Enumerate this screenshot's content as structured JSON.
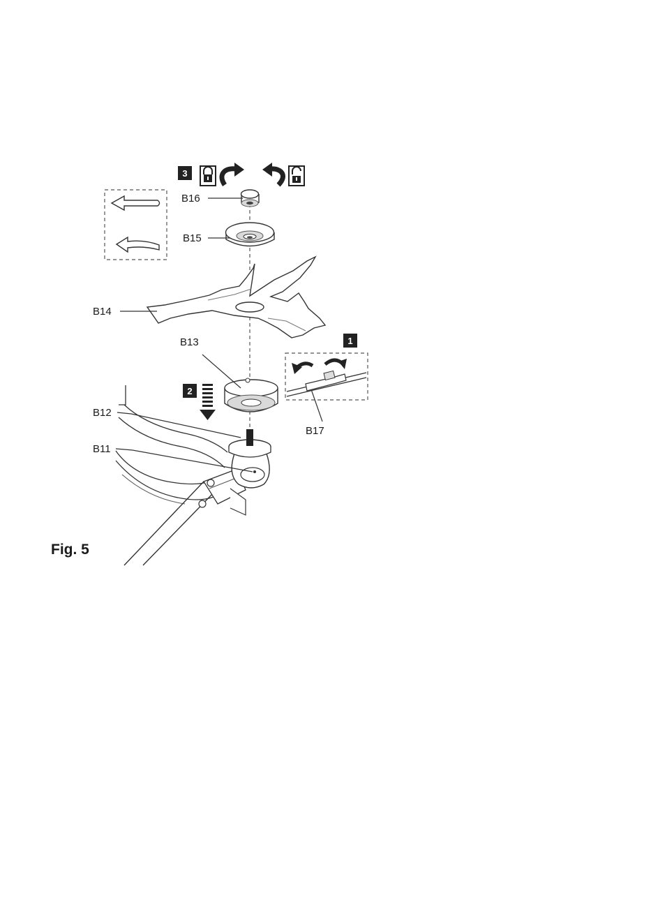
{
  "figure": {
    "caption": "Fig. 5",
    "steps": [
      "1",
      "2",
      "3"
    ],
    "labels": {
      "b11": "B11",
      "b12": "B12",
      "b13": "B13",
      "b14": "B14",
      "b15": "B15",
      "b16": "B16",
      "b17": "B17"
    },
    "icons": [
      "lock-closed-icon",
      "rotate-clockwise-arrow-icon",
      "rotate-counterclockwise-arrow-icon",
      "lock-open-icon",
      "rotation-direction-arrow-icon",
      "push-down-arrow-icon"
    ]
  }
}
